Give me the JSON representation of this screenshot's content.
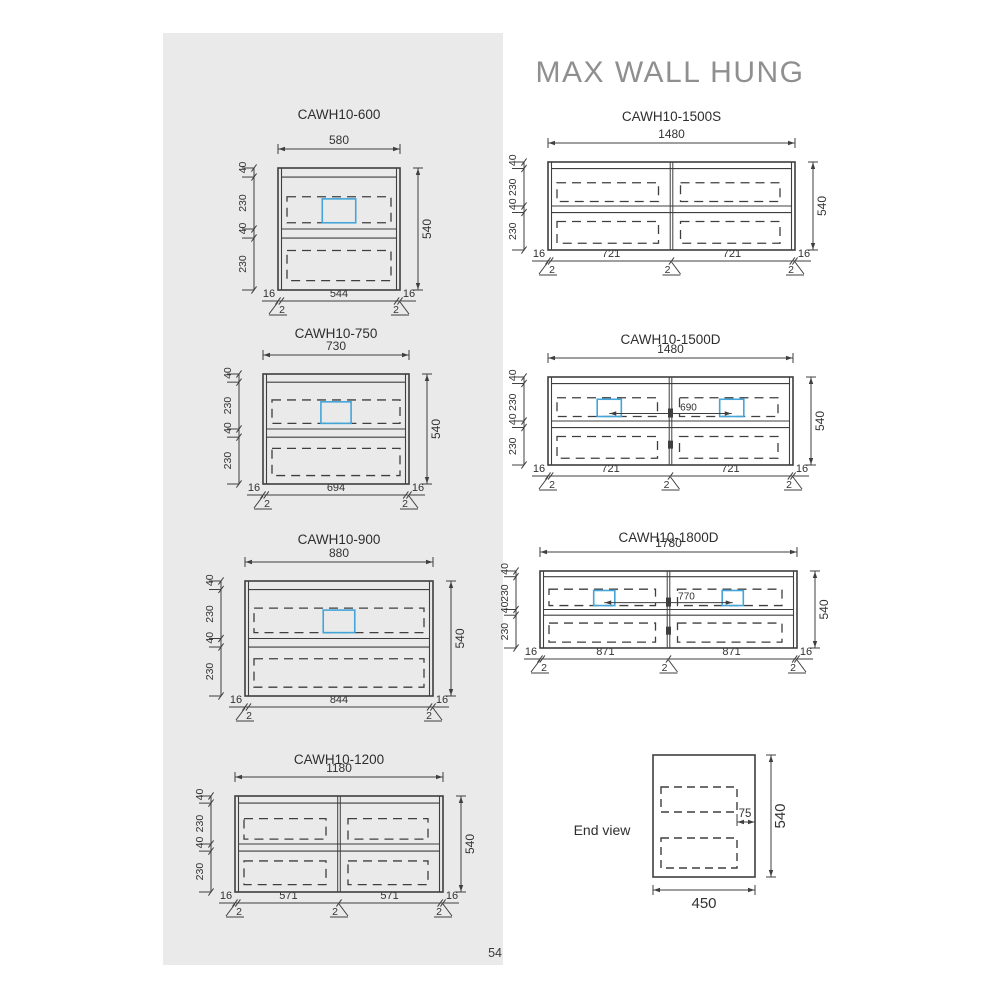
{
  "page": {
    "title": "MAX WALL HUNG",
    "page_number": "54"
  },
  "colors": {
    "handle_blue": "#44a5d8",
    "line": "#3f3f3f",
    "panel_bg": "#eaeaea",
    "title_gray": "#8f8f8f"
  },
  "drawings": [
    {
      "model": "CAWH10-600",
      "overall_width": "580",
      "overall_height": "540",
      "left_chain": [
        "40",
        "230",
        "40",
        "230"
      ],
      "bottom_segments": [
        "16",
        "544",
        "16"
      ],
      "edge_gaps": [
        "2",
        "2"
      ],
      "doors": 1,
      "handles": 1,
      "handle_spacing": ""
    },
    {
      "model": "CAWH10-750",
      "overall_width": "730",
      "overall_height": "540",
      "left_chain": [
        "40",
        "230",
        "40",
        "230"
      ],
      "bottom_segments": [
        "16",
        "694",
        "16"
      ],
      "edge_gaps": [
        "2",
        "2"
      ],
      "doors": 1,
      "handles": 1,
      "handle_spacing": ""
    },
    {
      "model": "CAWH10-900",
      "overall_width": "880",
      "overall_height": "540",
      "left_chain": [
        "40",
        "230",
        "40",
        "230"
      ],
      "bottom_segments": [
        "16",
        "844",
        "16"
      ],
      "edge_gaps": [
        "2",
        "2"
      ],
      "doors": 1,
      "handles": 1,
      "handle_spacing": ""
    },
    {
      "model": "CAWH10-1200",
      "overall_width": "1180",
      "overall_height": "540",
      "left_chain": [
        "40",
        "230",
        "40",
        "230"
      ],
      "bottom_segments": [
        "16",
        "571",
        "571",
        "16"
      ],
      "edge_gaps": [
        "2",
        "2",
        "2"
      ],
      "doors": 2,
      "handles": 0,
      "handle_spacing": ""
    },
    {
      "model": "CAWH10-1500S",
      "overall_width": "1480",
      "overall_height": "540",
      "left_chain": [
        "40",
        "230",
        "40",
        "230"
      ],
      "bottom_segments": [
        "16",
        "721",
        "721",
        "16"
      ],
      "edge_gaps": [
        "2",
        "2",
        "2"
      ],
      "doors": 2,
      "handles": 0,
      "handle_spacing": ""
    },
    {
      "model": "CAWH10-1500D",
      "overall_width": "1480",
      "overall_height": "540",
      "left_chain": [
        "40",
        "230",
        "40",
        "230"
      ],
      "bottom_segments": [
        "16",
        "721",
        "721",
        "16"
      ],
      "edge_gaps": [
        "2",
        "2",
        "2"
      ],
      "doors": 2,
      "handles": 2,
      "handle_spacing": "690"
    },
    {
      "model": "CAWH10-1800D",
      "overall_width": "1780",
      "overall_height": "540",
      "left_chain": [
        "40",
        "230",
        "40",
        "230"
      ],
      "bottom_segments": [
        "16",
        "871",
        "871",
        "16"
      ],
      "edge_gaps": [
        "2",
        "2",
        "2"
      ],
      "doors": 2,
      "handles": 2,
      "handle_spacing": "770"
    }
  ],
  "end_view": {
    "label": "End view",
    "width_mm": "450",
    "height_mm": "540",
    "inset_mm": "75"
  }
}
